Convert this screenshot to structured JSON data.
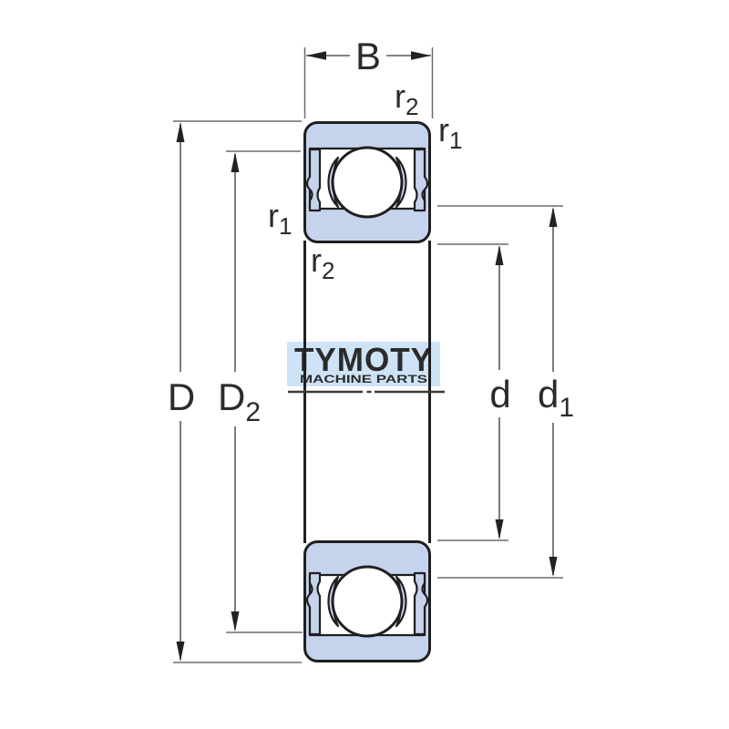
{
  "watermark": {
    "title": "TYMOTY",
    "subtitle": "MACHINE PARTS",
    "band_color": "#cfe3f6",
    "text_color": "#ffffff"
  },
  "dimensions": {
    "width": {
      "base": "B"
    },
    "outer_diameter": {
      "base": "D"
    },
    "recess_diameter": {
      "base": "D",
      "sub": "2"
    },
    "bore_diameter": {
      "base": "d"
    },
    "shoulder_diameter": {
      "base": "d",
      "sub": "1"
    },
    "fillet_outer_top": {
      "base": "r",
      "sub": "2"
    },
    "fillet_inner_top": {
      "base": "r",
      "sub": "1"
    },
    "fillet_inner_left": {
      "base": "r",
      "sub": "1"
    },
    "fillet_outer_left": {
      "base": "r",
      "sub": "2"
    }
  },
  "colors": {
    "ring_fill": "#c6d3ed",
    "outline": "#1f1f1f",
    "dimension_line": "#5a5a5a",
    "background": "#ffffff"
  }
}
